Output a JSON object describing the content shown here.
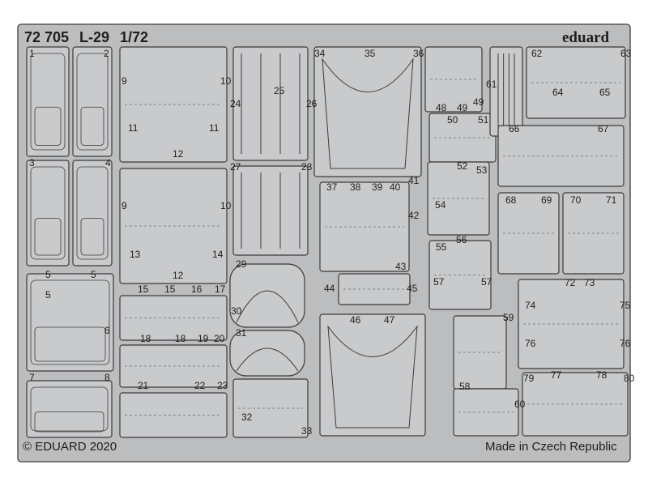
{
  "sheet": {
    "product_code": "72 705",
    "model": "L-29",
    "scale": "1/72",
    "brand": "eduard",
    "copyright": "© EDUARD 2020",
    "origin": "Made in Czech Republic",
    "colors": {
      "fret": "#bcbdbf",
      "part": "#c9cacc",
      "outline": "#3a3a3a",
      "text": "#1e1e1e"
    }
  },
  "part_numbers": [
    "1",
    "2",
    "3",
    "4",
    "5",
    "5",
    "5",
    "6",
    "7",
    "8",
    "9",
    "10",
    "11",
    "11",
    "12",
    "9",
    "10",
    "13",
    "14",
    "12",
    "15",
    "15",
    "16",
    "17",
    "18",
    "18",
    "19",
    "20",
    "21",
    "22",
    "23",
    "24",
    "25",
    "26",
    "27",
    "28",
    "29",
    "30",
    "31",
    "32",
    "33",
    "34",
    "35",
    "36",
    "37",
    "38",
    "39",
    "40",
    "41",
    "42",
    "43",
    "44",
    "45",
    "46",
    "47",
    "48",
    "49",
    "49",
    "50",
    "51",
    "52",
    "53",
    "54",
    "55",
    "56",
    "57",
    "57",
    "58",
    "59",
    "60",
    "61",
    "62",
    "63",
    "64",
    "65",
    "66",
    "67",
    "68",
    "69",
    "70",
    "71",
    "72",
    "73",
    "74",
    "75",
    "76",
    "76",
    "77",
    "78",
    "79",
    "80"
  ]
}
